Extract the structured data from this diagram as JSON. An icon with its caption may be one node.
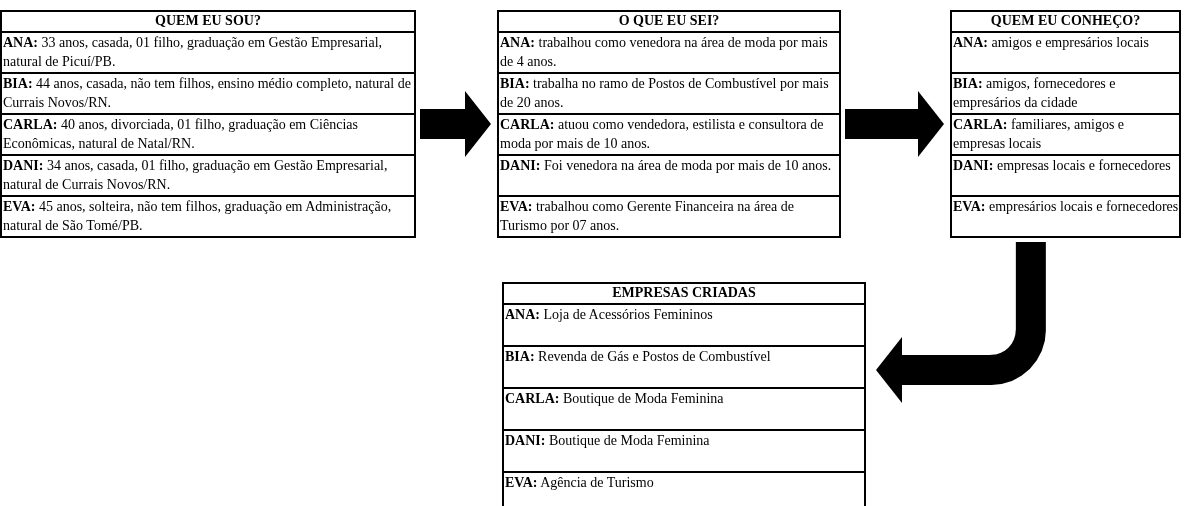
{
  "diagram": {
    "nodes": [
      {
        "text": [
          "QUEM EU SOU?",
          "**ANA:** 33 anos, casada, 01 filho, graduação em Gestão Empresarial, natural de Picuí/PB.",
          "**BIA:** 44 anos, casada, não tem filhos, ensino médio completo, natural de Currais Novos/RN.",
          "**CARLA:** 40 anos, divorciada, 01 filho, graduação em Ciências Econômicas, natural de Natal/RN.",
          "**DANI:** 34 anos, casada, 01 filho, graduação em Gestão Empresarial, natural de Currais Novos/RN.",
          "**EVA:** 45 anos, solteira, não tem filhos, graduação em Administração, natural de São Tomé/PB."
        ]
      },
      {
        "text": [
          "O QUE EU SEI?",
          "**ANA:** trabalhou como venedora na área de moda por mais de 4 anos.",
          "**BIA:** trabalha no ramo de Postos de Combustível por mais de 20 anos.",
          "**CARLA:** atuou como vendedora, estilista e consultora de moda por mais de 10 anos.",
          "**DANI:**  Foi venedora na área de moda por mais de 10 anos.",
          "**EVA:** trabalhou como Gerente Financeira na área de Turismo por 07 anos."
        ]
      },
      {
        "text": [
          "QUEM EU CONHEÇO?",
          "**ANA:** amigos e empresários locais",
          "**BIA:** amigos, fornecedores e empresários da cidade",
          "**CARLA:** familiares, amigos e empresas locais",
          "**DANI:** empresas locais e fornecedores",
          "**EVA:** empresários locais e fornecedores"
        ]
      },
      {
        "text": [
          "EMPRESAS CRIADAS",
          "**ANA:** Loja de Acessórios Femininos",
          "**BIA:** Revenda de Gás e Postos de Combustível",
          "**CARLA:** Boutique de Moda Feminina",
          "**DANI:** Boutique de Moda Feminina",
          "**EVA:** Agência de Turismo"
        ]
      }
    ],
    "edges": [
      {
        "from": 0,
        "to": 1,
        "arrow": "to"
      },
      {
        "from": 1,
        "to": 2,
        "arrow": "to"
      },
      {
        "from": 2,
        "to": 3,
        "arrow": "to"
      }
    ]
  }
}
